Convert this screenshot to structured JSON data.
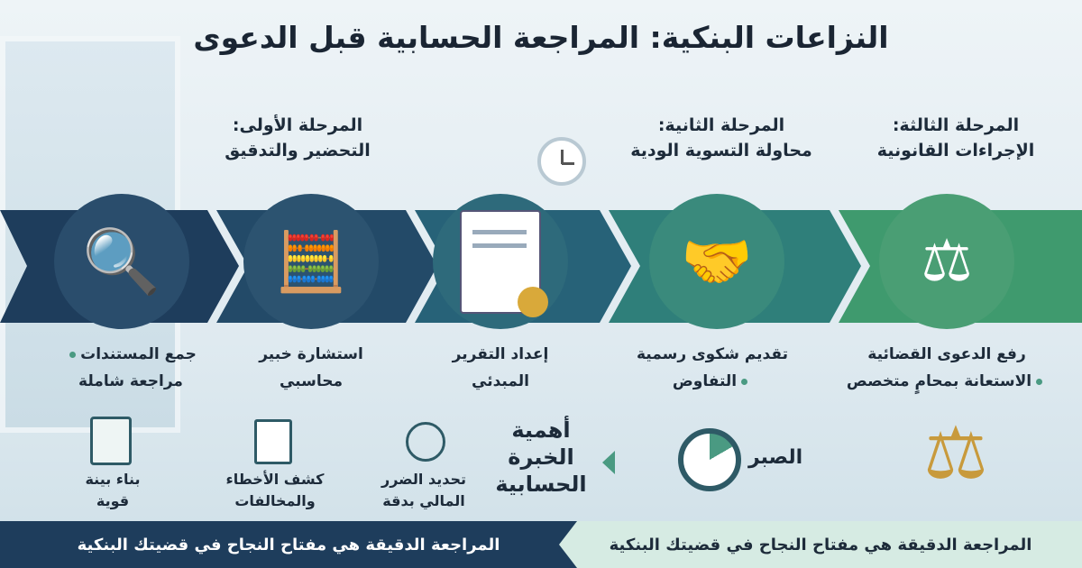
{
  "title": "النزاعات البنكية: المراجعة الحسابية قبل الدعوى",
  "phases": [
    {
      "line1": "المرحلة الأولى:",
      "line2": "التحضير والتدقيق"
    },
    {
      "line1": "المرحلة الثانية:",
      "line2": "محاولة التسوية الودية"
    },
    {
      "line1": "المرحلة الثالثة:",
      "line2": "الإجراءات القانونية"
    }
  ],
  "steps": [
    {
      "icon": "documents-magnifier-icon",
      "line1": "جمع المستندات",
      "line2": "مراجعة شاملة",
      "bullet1": true
    },
    {
      "icon": "accountant-icon",
      "line1": "استشارة خبير",
      "line2": "محاسبي"
    },
    {
      "icon": "report-certificate-icon",
      "line1": "إعداد التقرير",
      "line2": "المبدئي"
    },
    {
      "icon": "handshake-icon",
      "line1": "تقديم شكوى رسمية",
      "line2": "التفاوض",
      "bullet2": true
    },
    {
      "icon": "courtroom-icon",
      "line1": "رفع الدعوى القضائية",
      "line2": "الاستعانة بمحامٍ متخصص",
      "bullet2": true
    }
  ],
  "importance": {
    "line1": "أهمية",
    "line2": "الخبرة",
    "line3": "الحسابية"
  },
  "benefits": [
    {
      "icon": "clipboard-icon",
      "line1": "بناء بينة",
      "line2": "قوية"
    },
    {
      "icon": "document-search-icon",
      "line1": "كشف الأخطاء",
      "line2": "والمخالفات"
    },
    {
      "icon": "chart-alert-icon",
      "line1": "تحديد الضرر",
      "line2": "المالي بدقة"
    }
  ],
  "patience": {
    "icon": "stopwatch-icon",
    "label": "الصبر"
  },
  "scales_icon": "scales-of-justice-icon",
  "footer": {
    "left": "المراجعة الدقيقة هي مفتاح النجاح في قضيتك البنكية",
    "right": "المراجعة الدقيقة هي مفتاح النجاح في قضيتك البنكية"
  },
  "colors": {
    "navy": "#1e3d5c",
    "teal": "#2f7f7a",
    "green": "#3f9a6e",
    "mint": "#d6ebe3"
  }
}
